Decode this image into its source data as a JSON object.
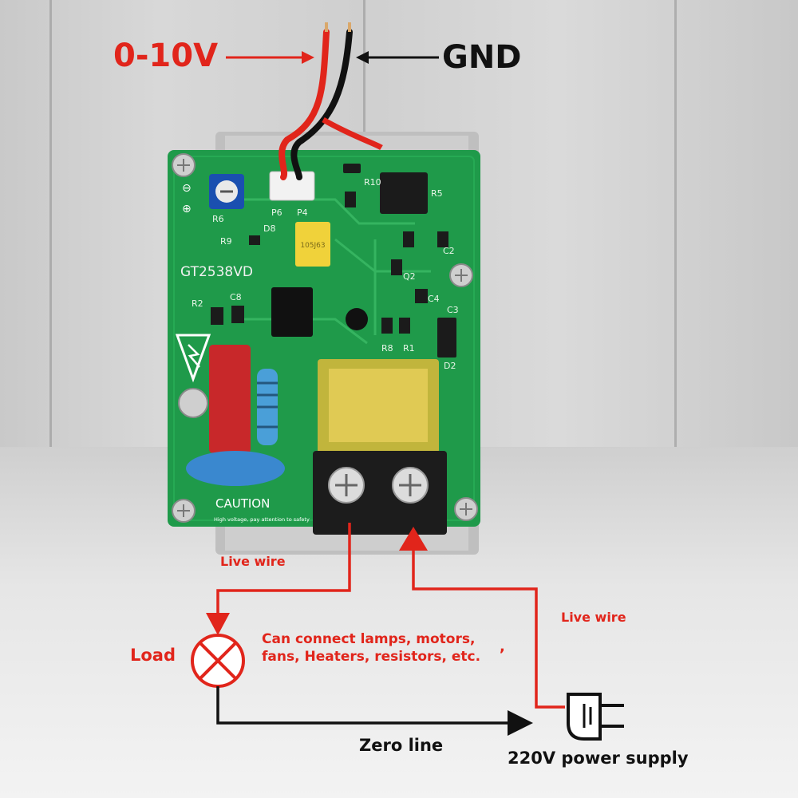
{
  "labels": {
    "control_voltage": "0-10V",
    "ground": "GND",
    "board_model": "GT2538VD",
    "caution": "CAUTION",
    "caution_note": "High voltage, pay attention to safety",
    "live_wire_left": "Live wire",
    "live_wire_right": "Live wire",
    "load": "Load",
    "load_note_line1": "Can connect lamps, motors,",
    "load_note_line2": "fans, Heaters, resistors, etc.",
    "zero_line": "Zero line",
    "power_supply": "220V power supply",
    "stray_mark": ","
  },
  "components": {
    "cap_code": "105J63",
    "r6": "R6",
    "r9": "R9",
    "d8": "D8",
    "p4": "P4",
    "p6": "P6",
    "r10": "R10",
    "c8": "C8",
    "r2": "R2",
    "c2": "C2",
    "c4": "C4",
    "q2": "Q2",
    "r8": "R8",
    "r1": "R1",
    "d2": "D2",
    "c3": "C3",
    "r5": "R5"
  },
  "colors": {
    "accent_red": "#e1251b",
    "pcb_green": "#1f9a4a",
    "wire_black": "#111111"
  },
  "icons": [
    "warning-triangle-icon",
    "lamp-load-icon",
    "power-plug-icon",
    "arrow-down-icon",
    "arrow-up-icon",
    "arrow-right-icon"
  ]
}
